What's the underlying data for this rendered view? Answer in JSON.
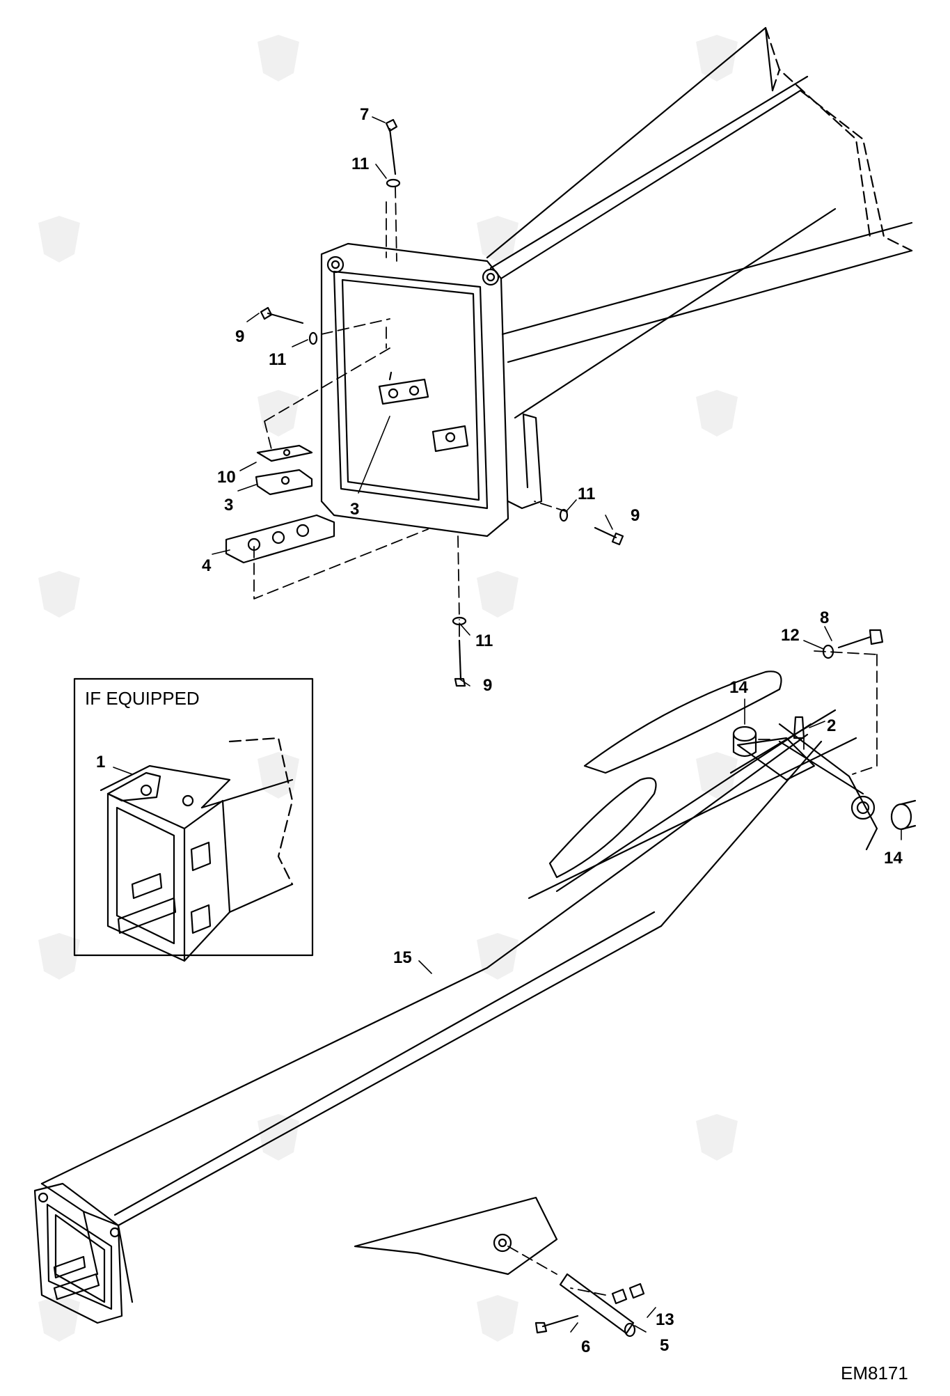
{
  "diagram": {
    "inset_title": "IF EQUIPPED",
    "document_id": "EM8171",
    "callouts": [
      {
        "id": "c7a",
        "label": "7"
      },
      {
        "id": "c11a",
        "label": "11"
      },
      {
        "id": "c9a",
        "label": "9"
      },
      {
        "id": "c11b",
        "label": "11"
      },
      {
        "id": "c10",
        "label": "10"
      },
      {
        "id": "c3a",
        "label": "3"
      },
      {
        "id": "c3b",
        "label": "3"
      },
      {
        "id": "c4",
        "label": "4"
      },
      {
        "id": "c11c",
        "label": "11"
      },
      {
        "id": "c9b",
        "label": "9"
      },
      {
        "id": "c11d",
        "label": "11"
      },
      {
        "id": "c9c",
        "label": "9"
      },
      {
        "id": "c8",
        "label": "8"
      },
      {
        "id": "c12",
        "label": "12"
      },
      {
        "id": "c14a",
        "label": "14"
      },
      {
        "id": "c2",
        "label": "2"
      },
      {
        "id": "c14b",
        "label": "14"
      },
      {
        "id": "c1",
        "label": "1"
      },
      {
        "id": "c15",
        "label": "15"
      },
      {
        "id": "c13",
        "label": "13"
      },
      {
        "id": "c6",
        "label": "6"
      },
      {
        "id": "c5",
        "label": "5"
      }
    ]
  }
}
